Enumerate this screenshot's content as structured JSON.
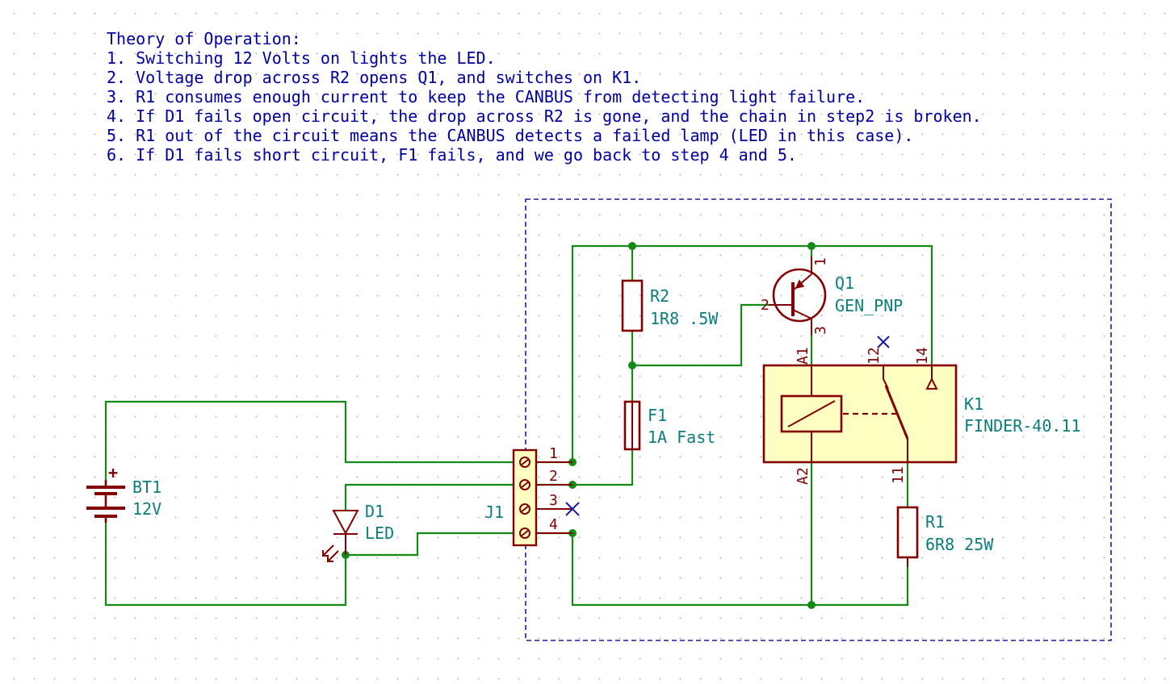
{
  "notes": [
    "Theory of Operation:",
    "1. Switching 12 Volts on lights the LED.",
    "2. Voltage drop across R2 opens Q1, and switches on K1.",
    "3. R1 consumes enough current to keep the CANBUS from detecting light failure.",
    "4. If D1 fails open circuit, the drop across R2 is gone, and the chain in step2 is broken.",
    "5. R1 out of the circuit means the CANBUS detects a failed lamp (LED in this case).",
    "6. If D1 fails short circuit, F1 fails, and we go back to step 4 and 5."
  ],
  "components": {
    "bt1": {
      "ref": "BT1",
      "value": "12V",
      "plus": "+"
    },
    "d1": {
      "ref": "D1",
      "value": "LED"
    },
    "j1": {
      "ref": "J1",
      "pins": [
        "1",
        "2",
        "3",
        "4"
      ]
    },
    "r2": {
      "ref": "R2",
      "value": "1R8 .5W"
    },
    "f1": {
      "ref": "F1",
      "value": "1A Fast"
    },
    "q1": {
      "ref": "Q1",
      "value": "GEN_PNP",
      "pins": {
        "emitter": "1",
        "base": "2",
        "collector": "3"
      }
    },
    "k1": {
      "ref": "K1",
      "value": "FINDER-40.11",
      "pins": {
        "a1": "A1",
        "a2": "A2",
        "nc": "12",
        "no": "14",
        "com": "11"
      }
    },
    "r1": {
      "ref": "R1",
      "value": "6R8 25W"
    }
  },
  "colors": {
    "wire": "#138a13",
    "symbol": "#840000",
    "reference": "#0b7d7d",
    "note_text": "#0000a0",
    "relay_fill": "#ffffc2",
    "no_connect": "#1a1aa0",
    "sheet_border": "#1a1aa0",
    "grid_dot": "#b8b8b8"
  }
}
